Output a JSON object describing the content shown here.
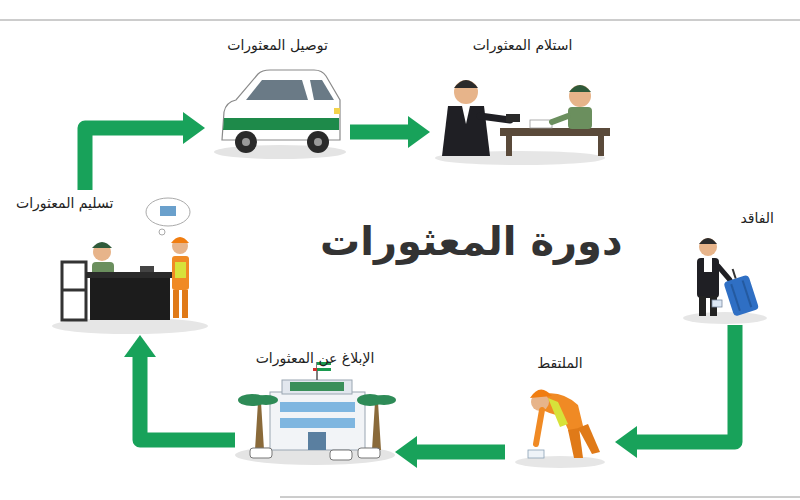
{
  "diagram": {
    "title": "دورة المعثورات",
    "nodes": [
      {
        "text": [
          "الفاقد"
        ]
      },
      {
        "text": [
          "الملتقط"
        ]
      },
      {
        "text": [
          "الإبلاغ عن المعثورات"
        ]
      },
      {
        "text": [
          "تسليم المعثورات"
        ]
      },
      {
        "text": [
          "توصيل المعثورات"
        ]
      },
      {
        "text": [
          "استلام المعثورات"
        ]
      }
    ],
    "edges": [
      {
        "from": 0,
        "to": 1,
        "arrow": "to"
      },
      {
        "from": 1,
        "to": 2,
        "arrow": "to"
      },
      {
        "from": 2,
        "to": 3,
        "arrow": "to"
      },
      {
        "from": 3,
        "to": 4,
        "arrow": "to"
      },
      {
        "from": 4,
        "to": 5,
        "arrow": "to"
      }
    ]
  }
}
